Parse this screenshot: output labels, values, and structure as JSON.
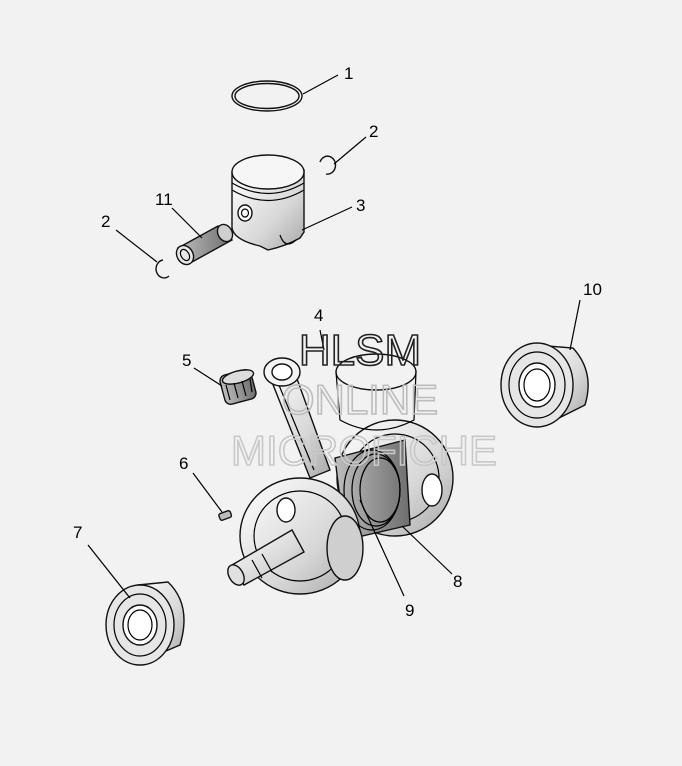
{
  "callouts": {
    "c1": "1",
    "c2a": "2",
    "c2b": "2",
    "c3": "3",
    "c4": "4",
    "c5": "5",
    "c6": "6",
    "c7": "7",
    "c8": "8",
    "c9": "9",
    "c10": "10",
    "c11": "11"
  },
  "watermark": {
    "line1": "HLSM",
    "line2": "ONLINE",
    "line3": "MICROFICHE"
  },
  "colors": {
    "background": "#f2f2f2",
    "line": "#111111",
    "watermark": "#c8c8c8"
  }
}
